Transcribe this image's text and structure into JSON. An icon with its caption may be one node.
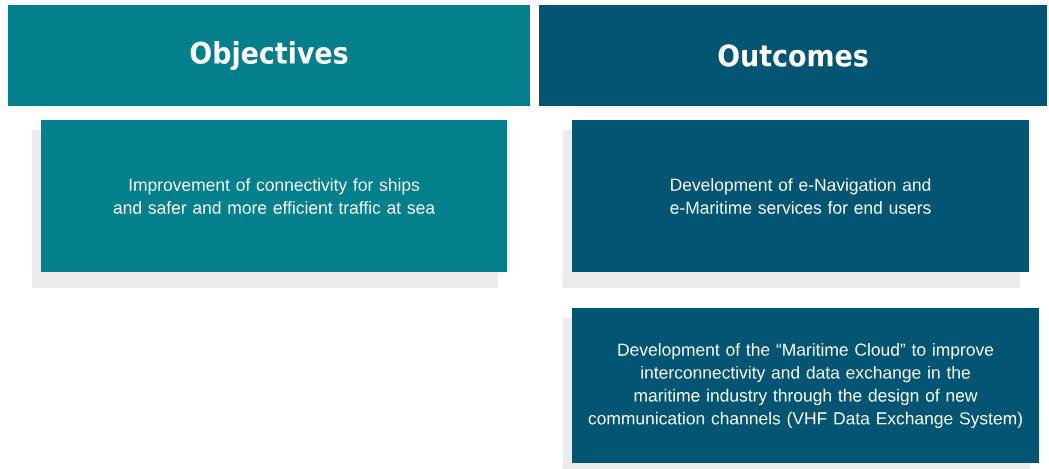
{
  "diagram": {
    "nodes": [
      {
        "text": [
          "Objectives"
        ]
      },
      {
        "text": [
          "Outcomes"
        ]
      },
      {
        "text": [
          "Improvement of connectivity for ships and safer and more efficient traffic at sea"
        ]
      },
      {
        "text": [
          "Development of e-Navigation and e-Maritime services for end users"
        ]
      },
      {
        "text": [
          "Development of the “Maritime Cloud” to improve interconnectivity and data exchange in the maritime industry through the design of new communication channels (VHF Data Exchange System)"
        ]
      }
    ]
  }
}
